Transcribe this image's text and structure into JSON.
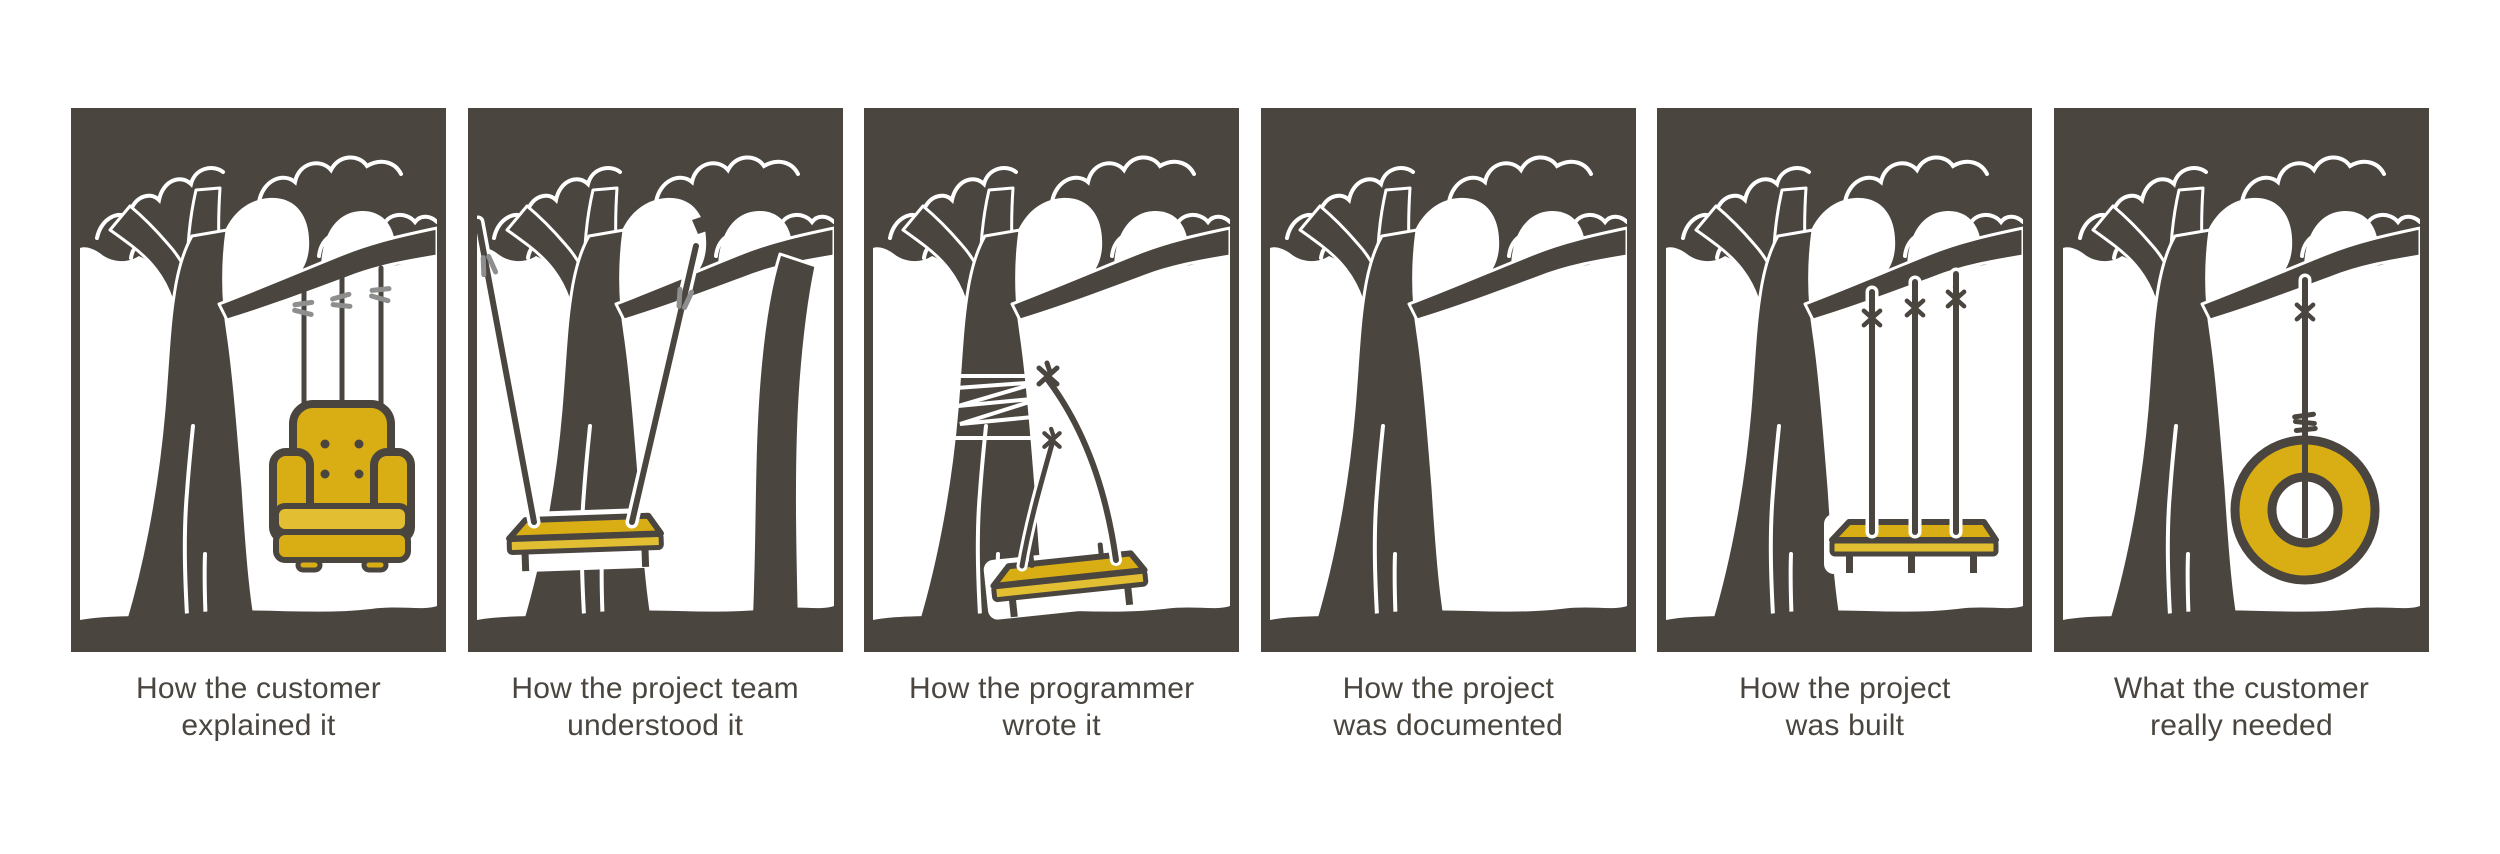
{
  "strip_name": "tree-swing-project-comic",
  "colors": {
    "dark": "#4A453F",
    "yellow": "#D9AE15",
    "yellow_light": "#E2BE33",
    "knot_gray": "#8E8E8E",
    "white": "#FFFFFF",
    "caption_text": "#4A453F"
  },
  "panels": [
    {
      "id": "customer-explained",
      "swing_variant": "armchair-swing",
      "caption_lines": [
        "How the customer",
        "explained it"
      ]
    },
    {
      "id": "team-understood",
      "swing_variant": "crossed-rope-swing",
      "caption_lines": [
        "How the project team",
        "understood it"
      ]
    },
    {
      "id": "programmer-wrote",
      "swing_variant": "trunk-tied-swing",
      "caption_lines": [
        "How the programmer",
        "wrote it"
      ]
    },
    {
      "id": "project-documented",
      "swing_variant": "no-swing",
      "caption_lines": [
        "How the project",
        "was documented"
      ]
    },
    {
      "id": "project-built",
      "swing_variant": "board-swing",
      "caption_lines": [
        "How the project",
        "was built"
      ]
    },
    {
      "id": "customer-needed",
      "swing_variant": "tire-swing",
      "caption_lines": [
        "What the customer",
        "really needed"
      ]
    }
  ]
}
